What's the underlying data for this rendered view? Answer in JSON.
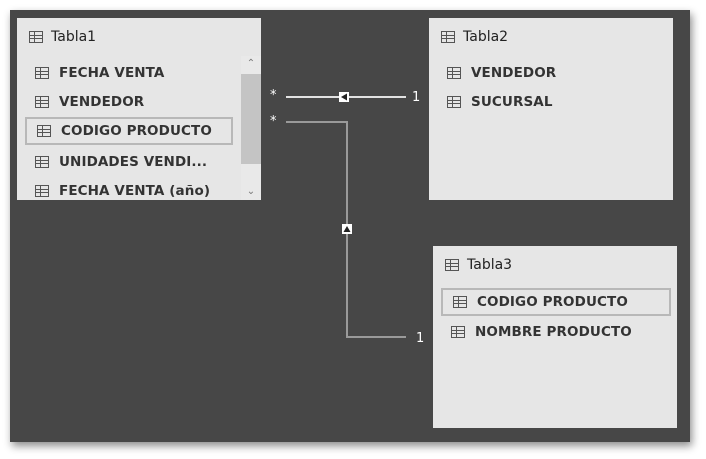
{
  "tables": {
    "tabla1": {
      "title": "Tabla1",
      "fields": [
        "FECHA VENTA",
        "VENDEDOR",
        "CODIGO PRODUCTO",
        "UNIDADES VENDI...",
        "FECHA VENTA (año)"
      ]
    },
    "tabla2": {
      "title": "Tabla2",
      "fields": [
        "VENDEDOR",
        "SUCURSAL"
      ]
    },
    "tabla3": {
      "title": "Tabla3",
      "fields": [
        "CODIGO PRODUCTO",
        "NOMBRE PRODUCTO"
      ]
    }
  },
  "relationships": {
    "rel1": {
      "from_card": "*",
      "to_card": "1"
    },
    "rel2": {
      "from_card": "*",
      "to_card": "1"
    }
  },
  "icons": {
    "table": "table-icon",
    "field": "table-icon",
    "scroll_up": "chevron-up-icon",
    "scroll_down": "chevron-down-icon",
    "direction": "arrow-icon"
  },
  "colors": {
    "canvas": "#474747",
    "card": "#e6e6e6",
    "line": "#e0e0e0",
    "highlight_border": "#b8b8b8"
  }
}
